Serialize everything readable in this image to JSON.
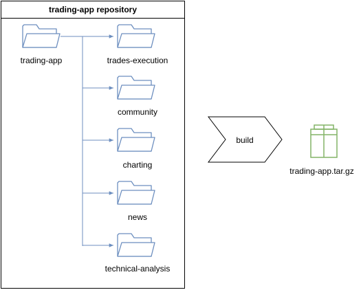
{
  "repo": {
    "title": "trading-app repository",
    "root_folder": "trading-app",
    "subfolders": [
      "trades-execution",
      "community",
      "charting",
      "news",
      "technical-analysis"
    ]
  },
  "process": {
    "label": "build"
  },
  "artifact": {
    "label": "trading-app.tar.gz"
  },
  "colors": {
    "folder_stroke": "#6c8ebf",
    "connector": "#6c8ebf",
    "artifact_stroke": "#82b366",
    "box_stroke": "#000000"
  },
  "icons": {
    "folder": "folder-icon",
    "artifact": "package-icon"
  }
}
